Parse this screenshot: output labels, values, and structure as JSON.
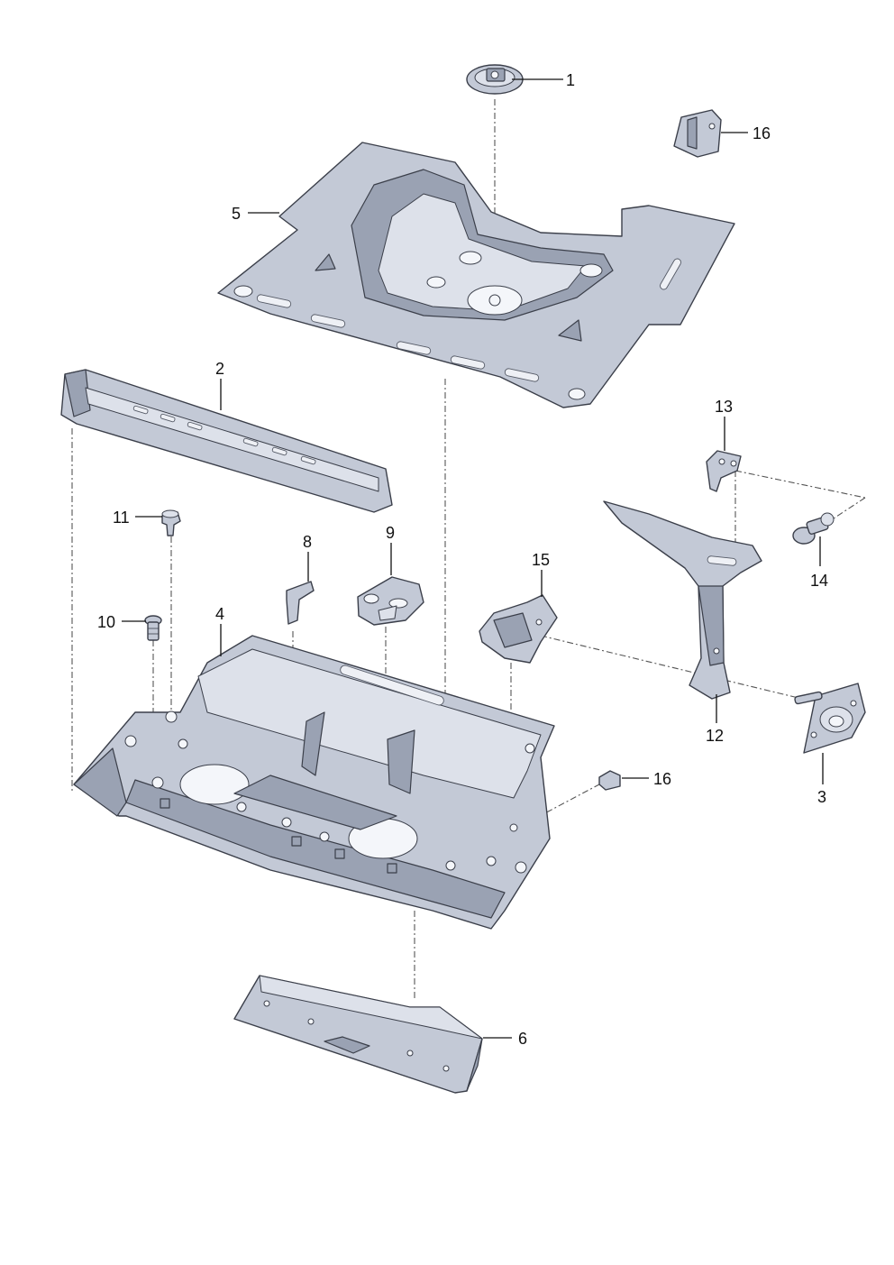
{
  "callouts": {
    "c1": "1",
    "c2": "2",
    "c3": "3",
    "c4": "4",
    "c5": "5",
    "c6": "6",
    "c8": "8",
    "c9": "9",
    "c10": "10",
    "c11": "11",
    "c12": "12",
    "c13": "13",
    "c14": "14",
    "c15": "15",
    "c16a": "16",
    "c16b": "16"
  },
  "colors": {
    "panel": "#c3c9d6",
    "panel_shadow": "#9aa2b3",
    "outline": "#3b3f4a",
    "leader": "#111111"
  }
}
